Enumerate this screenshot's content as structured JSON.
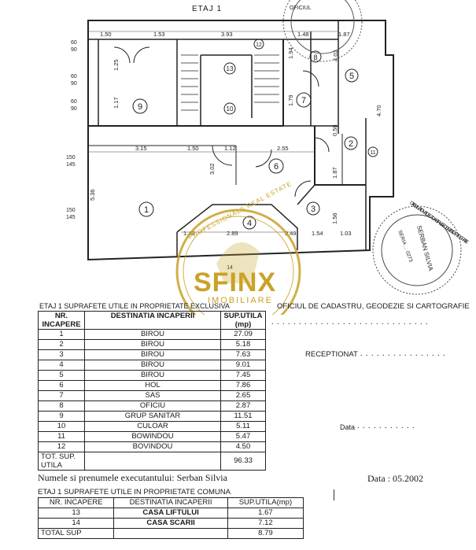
{
  "header": {
    "title": "ETAJ 1"
  },
  "plan": {
    "dimensions": [
      "1.50",
      "1.53",
      "3.93",
      "1.48",
      "1.87",
      "3.15",
      "1.50",
      "1.12",
      "2.55",
      "5.36",
      "3.02",
      "1.79",
      "4.70",
      "1.87",
      "2.89",
      "1.54",
      "1.03",
      "1.56",
      "0.49",
      "1.40",
      "1.17",
      "1.25",
      "1.94",
      "4.02",
      "0.58"
    ],
    "left_marks": [
      "60",
      "90",
      "60",
      "90",
      "60",
      "90",
      "150",
      "145",
      "150",
      "145"
    ],
    "room_numbers": [
      "1",
      "2",
      "3",
      "4",
      "5",
      "6",
      "7",
      "8",
      "9",
      "10",
      "11",
      "12",
      "13",
      "14"
    ]
  },
  "stamps": {
    "right_text": [
      "OFICIUL NATIONAL DE CADASTRU, GEODEZIE SI CARTOGRAFIE",
      "SERBAN SILVIA",
      "SERIA ... 0273"
    ],
    "top_text": "OFICIUL"
  },
  "watermark": {
    "brand": "SFINX",
    "sub": "IMOBILIARE",
    "ring": "PROFESSIONALS REAL ESTATE"
  },
  "table1": {
    "caption": "ETAJ 1 SUPRAFETE UTILE IN PROPRIETATE EXCLUSIVA",
    "headers": [
      "NR. INCAPERE",
      "DESTINATIA INCAPERII",
      "SUP.UTILA (mp)"
    ],
    "rows": [
      [
        "1",
        "BIROU",
        "27.09"
      ],
      [
        "2",
        "BIROU",
        "5.18"
      ],
      [
        "3",
        "BIROU",
        "7.63"
      ],
      [
        "4",
        "BIROU",
        "9.01"
      ],
      [
        "5",
        "BIROU",
        "7.45"
      ],
      [
        "6",
        "HOL",
        "7.86"
      ],
      [
        "7",
        "SAS",
        "2.65"
      ],
      [
        "8",
        "OFICIU",
        "2.87"
      ],
      [
        "9",
        "GRUP SANITAR",
        "11.51"
      ],
      [
        "10",
        "CULOAR",
        "5.11"
      ],
      [
        "11",
        "BOWINDOU",
        "5.47"
      ],
      [
        "12",
        "BOVINDOU",
        "4.50"
      ]
    ],
    "total_label": "TOT. SUP. UTILA",
    "total_value": "96.33"
  },
  "right_block": {
    "office": "OFICIUL DE CADASTRU, GEODEZIE SI CARTOGRAFIE",
    "received": "RECEPTIONAT",
    "data_label": "Data",
    "date": "Data : 05.2002"
  },
  "executant": "Numele si prenumele executantului: Serban Silvia",
  "table2": {
    "caption": "ETAJ 1 SUPRAFETE UTILE IN PROPRIETATE COMUNA",
    "headers": [
      "NR. INCAPERE",
      "DESTINATIA INCAPERII",
      "SUP.UTILA(mp)"
    ],
    "rows": [
      [
        "13",
        "CASA LIFTULUI",
        "1.67"
      ],
      [
        "14",
        "CASA SCARII",
        "7.12"
      ]
    ],
    "total_label": "TOTAL SUP",
    "total_value": "8.79"
  },
  "colors": {
    "ink": "#222222",
    "watermark": "#c9a227"
  }
}
